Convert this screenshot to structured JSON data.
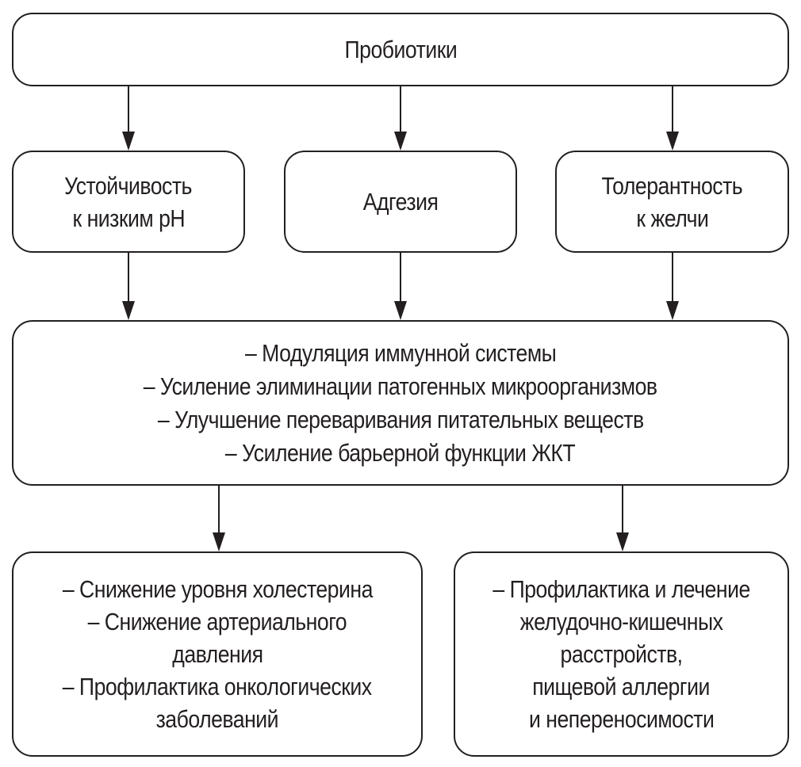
{
  "diagram": {
    "root": {
      "label": "Пробиотики"
    },
    "properties": [
      {
        "lines": [
          "Устойчивость",
          "к низким рН"
        ]
      },
      {
        "lines": [
          "Адгезия"
        ]
      },
      {
        "lines": [
          "Толерантность",
          "к желчи"
        ]
      }
    ],
    "effects": {
      "lines": [
        "– Модуляция иммунной системы",
        "– Усиление элиминации патогенных микроорганизмов",
        "– Улучшение переваривания питательных веществ",
        "– Усиление барьерной функции ЖКТ"
      ]
    },
    "outcomes": [
      {
        "lines": [
          "– Снижение уровня холестерина",
          "– Снижение артериального",
          "давления",
          "– Профилактика онкологических",
          "заболеваний"
        ]
      },
      {
        "lines": [
          "– Профилактика и лечение",
          "желудочно-кишечных",
          "расстройств,",
          "пищевой аллергии",
          "и непереносимости"
        ]
      }
    ],
    "colors": {
      "stroke": "#231f20",
      "background": "#ffffff"
    }
  }
}
